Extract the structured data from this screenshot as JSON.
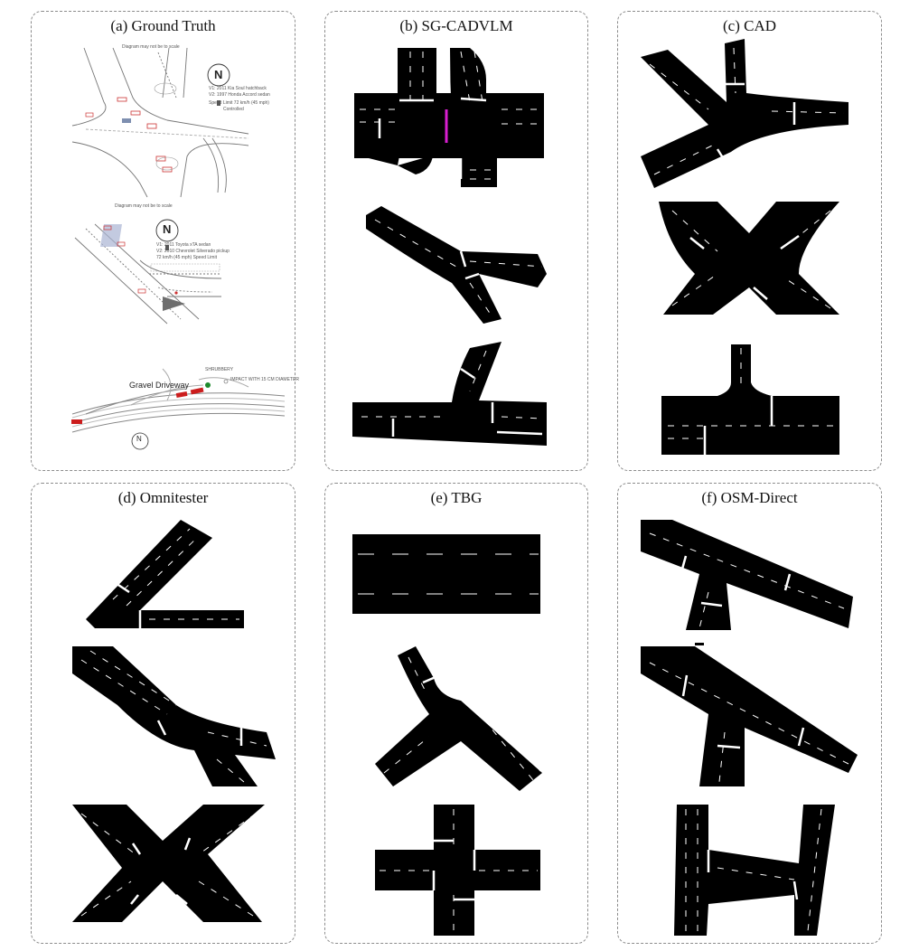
{
  "panels": {
    "a": {
      "title": "(a) Ground Truth"
    },
    "b": {
      "title": "(b) SG-CADVLM"
    },
    "c": {
      "title": "(c) CAD"
    },
    "d": {
      "title": "(d) Omnitester"
    },
    "e": {
      "title": "(e) TBG"
    },
    "f": {
      "title": "(f) OSM-Direct"
    }
  },
  "ground_truth": {
    "scene1": {
      "header_note": "Diagram may not be to scale",
      "north": "N",
      "vehicle_1": "V1: 2011 Kia Soul hatchback",
      "vehicle_2": "V2: 1997 Honda Accord sedan",
      "speed_limit": "Speed Limit 72 km/h (45 mph)",
      "control_note": "Controlled"
    },
    "scene2": {
      "header_note": "Diagram may not be to scale",
      "north": "N",
      "vehicle_1": "V1: 2011 Toyota xTA sedan",
      "vehicle_2": "V2: 2010 Chevrolet Silverado pickup",
      "speed_limit": "72 km/h (45 mph) Speed Limit"
    },
    "scene3": {
      "driveway_label": "Gravel Driveway",
      "shrubbery_label": "SHRUBBERY",
      "impact_label": "IMPACT WITH 15 CM DIAMETER",
      "north": "N"
    }
  },
  "colors": {
    "road": "#000000",
    "lane_marking": "#ffffff",
    "stop_line": "#ffffff",
    "highlight": "#d81ecf",
    "gt_vehicle_red": "#cc1d1d",
    "gt_tree_green": "#1e8a2c",
    "panel_border": "#8c8c8c"
  }
}
